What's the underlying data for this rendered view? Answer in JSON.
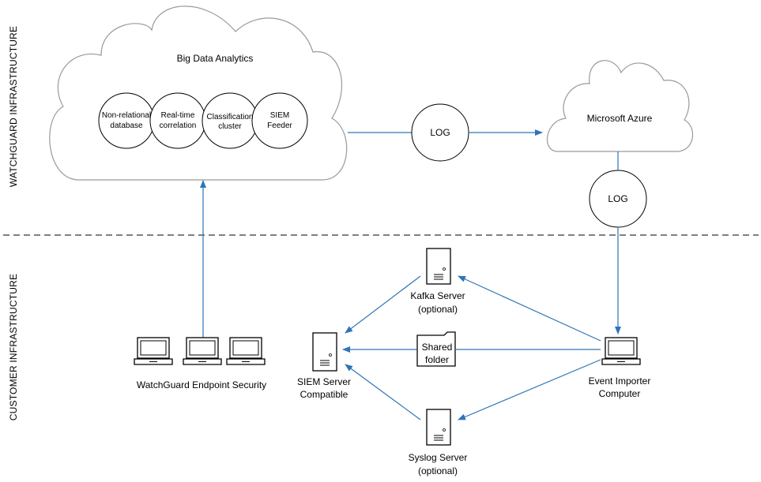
{
  "zones": {
    "top_label": "WATCHGUARD INFRASTRUCTURE",
    "bottom_label": "CUSTOMER INFRASTRUCTURE"
  },
  "big_data": {
    "title": "Big Data Analytics",
    "modules": [
      {
        "line1": "Non-relational",
        "line2": "database"
      },
      {
        "line1": "Real-time",
        "line2": "correlation"
      },
      {
        "line1": "Classification",
        "line2": "cluster"
      },
      {
        "line1": "SIEM",
        "line2": "Feeder"
      }
    ]
  },
  "azure": {
    "title": "Microsoft Azure"
  },
  "log_labels": [
    "LOG",
    "LOG"
  ],
  "endpoints": {
    "label": "WatchGuard Endpoint Security"
  },
  "kafka": {
    "line1": "Kafka Server",
    "line2": "(optional)"
  },
  "shared_folder": {
    "line1": "Shared",
    "line2": "folder"
  },
  "syslog": {
    "line1": "Syslog Server",
    "line2": "(optional)"
  },
  "siem": {
    "line1": "SIEM Server",
    "line2": "Compatible"
  },
  "importer": {
    "line1": "Event Importer",
    "line2": "Computer"
  },
  "colors": {
    "arrow": "#2e75b6",
    "outline": "#000000",
    "cloud_stroke": "#9a9a9a",
    "divider": "#555555"
  }
}
